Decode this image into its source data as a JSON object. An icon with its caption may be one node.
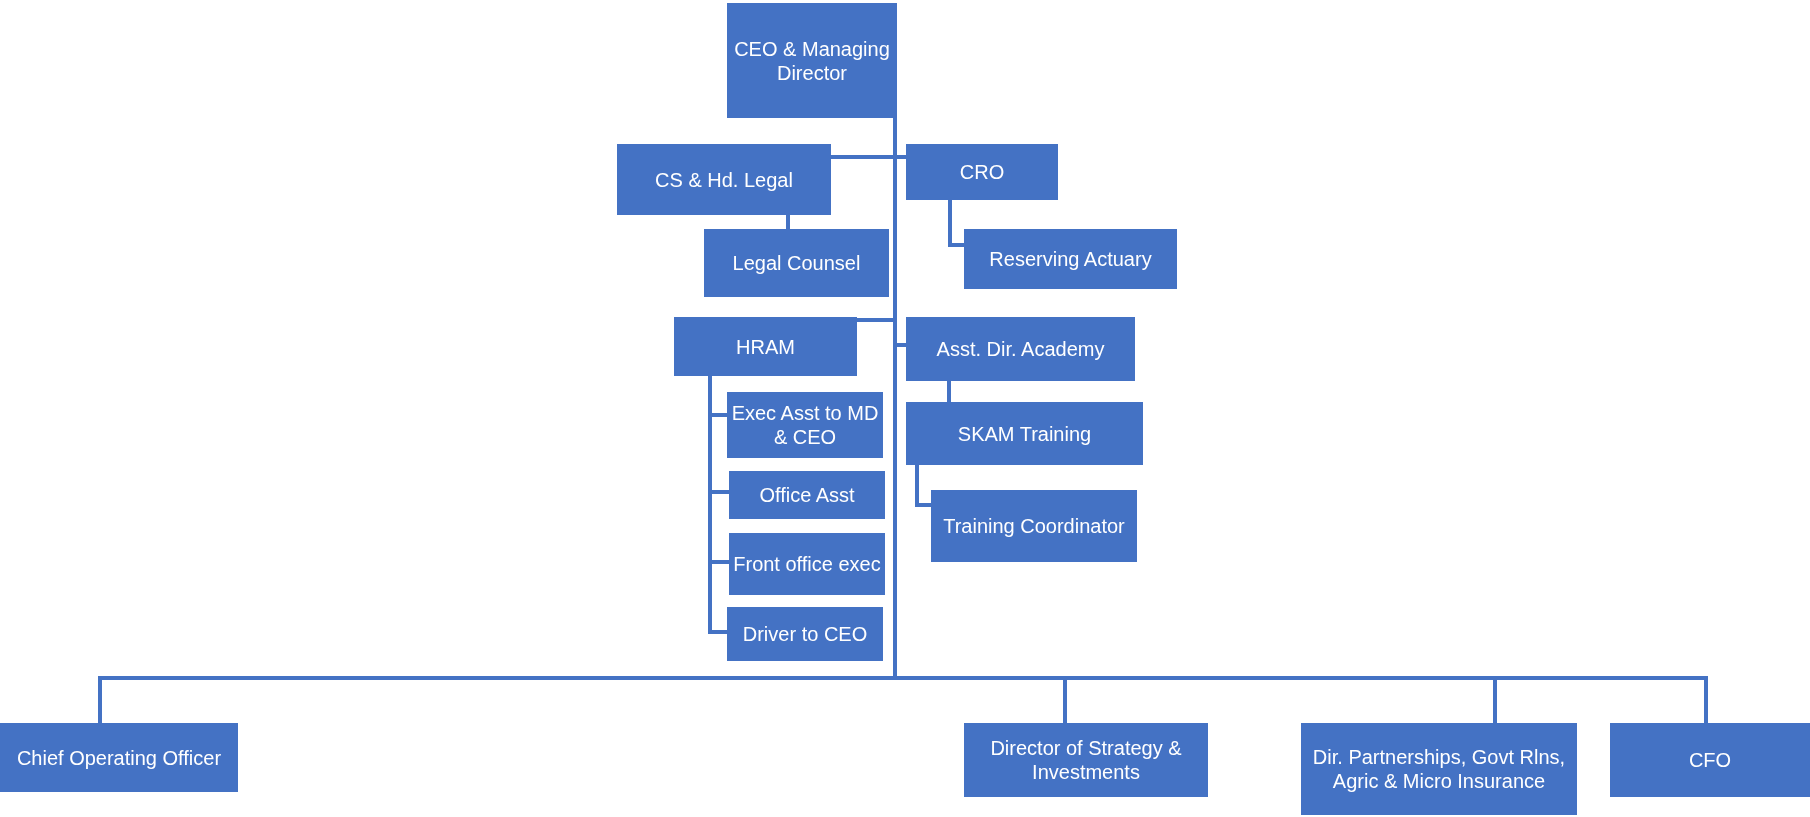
{
  "diagram": {
    "nodes": [
      {
        "text": [
          "CEO & Managing Director"
        ]
      },
      {
        "text": [
          "CS & Hd. Legal"
        ]
      },
      {
        "text": [
          "Legal Counsel"
        ]
      },
      {
        "text": [
          "CRO"
        ]
      },
      {
        "text": [
          "Reserving Actuary"
        ]
      },
      {
        "text": [
          "HRAM"
        ]
      },
      {
        "text": [
          "Asst. Dir. Academy"
        ]
      },
      {
        "text": [
          "Exec Asst to MD & CEO"
        ]
      },
      {
        "text": [
          "SKAM Training"
        ]
      },
      {
        "text": [
          "Office Asst"
        ]
      },
      {
        "text": [
          "Training Coordinator"
        ]
      },
      {
        "text": [
          "Front office exec"
        ]
      },
      {
        "text": [
          "Driver to CEO"
        ]
      },
      {
        "text": [
          "Chief Operating Officer"
        ]
      },
      {
        "text": [
          "Director of Strategy & Investments"
        ]
      },
      {
        "text": [
          "Dir. Partnerships, Govt Rlns, Agric & Micro Insurance"
        ]
      },
      {
        "text": [
          "CFO"
        ]
      }
    ],
    "edges": [
      {
        "from": 0,
        "to": 1,
        "arrow": "none"
      },
      {
        "from": 0,
        "to": 3,
        "arrow": "none"
      },
      {
        "from": 1,
        "to": 2,
        "arrow": "none"
      },
      {
        "from": 3,
        "to": 4,
        "arrow": "none"
      },
      {
        "from": 0,
        "to": 5,
        "arrow": "none"
      },
      {
        "from": 0,
        "to": 6,
        "arrow": "none"
      },
      {
        "from": 6,
        "to": 8,
        "arrow": "none"
      },
      {
        "from": 8,
        "to": 10,
        "arrow": "none"
      },
      {
        "from": 5,
        "to": 7,
        "arrow": "none"
      },
      {
        "from": 5,
        "to": 9,
        "arrow": "none"
      },
      {
        "from": 5,
        "to": 11,
        "arrow": "none"
      },
      {
        "from": 5,
        "to": 12,
        "arrow": "none"
      },
      {
        "from": 0,
        "to": 13,
        "arrow": "none"
      },
      {
        "from": 0,
        "to": 14,
        "arrow": "none"
      },
      {
        "from": 0,
        "to": 15,
        "arrow": "none"
      },
      {
        "from": 0,
        "to": 16,
        "arrow": "none"
      }
    ]
  }
}
